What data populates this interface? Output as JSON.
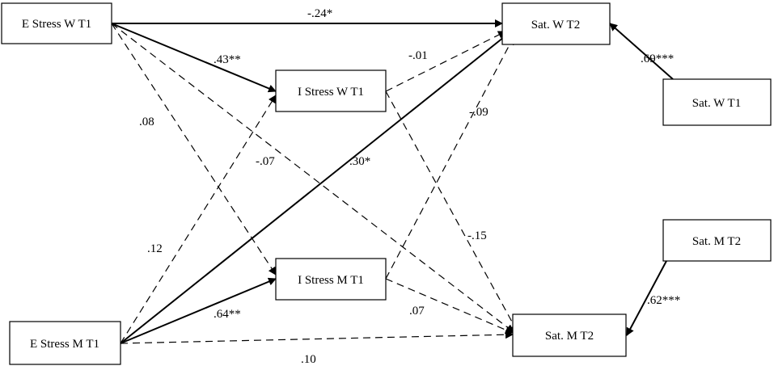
{
  "nodes": {
    "e_stress_w_t1": "E Stress W T1",
    "e_stress_m_t1": "E Stress M T1",
    "i_stress_w_t1": "I Stress W T1",
    "i_stress_m_t1": "I Stress M T1",
    "sat_w_t2": "Sat. W T2",
    "sat_m_t2": "Sat. M T2",
    "sat_w_t1": "Sat. W T1",
    "sat_m_t2_right": "Sat. M T2"
  },
  "paths": {
    "ew_to_satw": [
      "-.24*",
      "solid"
    ],
    "ew_to_iw": [
      ".43**",
      "solid"
    ],
    "em_to_satw": [
      ".30*",
      "solid"
    ],
    "em_to_im": [
      ".64**",
      "solid"
    ],
    "satw1_to_satw2": [
      ".69***",
      "solid"
    ],
    "satm_to_satm2": [
      ".62***",
      "solid"
    ],
    "iw_to_satw": [
      "-.01",
      "dashed"
    ],
    "im_to_satw": [
      "-.09",
      "dashed"
    ],
    "ew_to_im": [
      ".08",
      "dashed"
    ],
    "ew_to_satm": [
      "-.07",
      "dashed"
    ],
    "em_to_iw": [
      ".12",
      "dashed"
    ],
    "iw_to_satm": [
      "-.15",
      "dashed"
    ],
    "im_to_satm": [
      ".07",
      "dashed"
    ],
    "em_to_satm": [
      ".10",
      "dashed"
    ]
  },
  "colors": {
    "ink": "#000000",
    "background": "#ffffff"
  }
}
